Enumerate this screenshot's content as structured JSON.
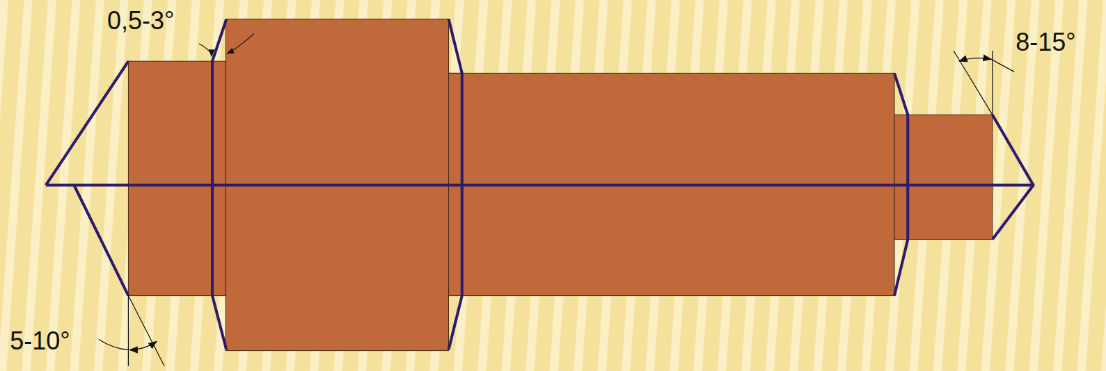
{
  "diagram": {
    "labels": [
      "0,5-3°",
      "8-15°",
      "5-10°"
    ]
  }
}
